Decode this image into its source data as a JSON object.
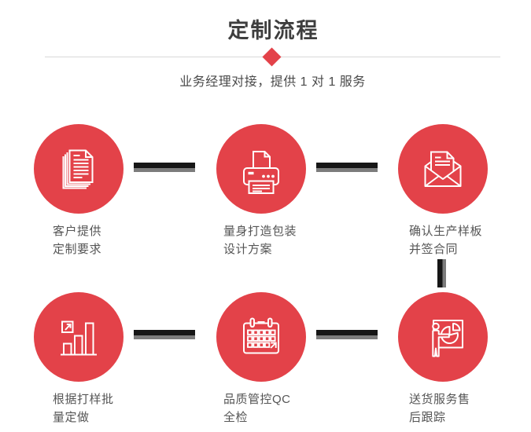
{
  "header": {
    "title": "定制流程",
    "subtitle": "业务经理对接，提供 1 对 1 服务"
  },
  "steps": [
    {
      "icon": "documents-icon",
      "label_line1": "客户提供",
      "label_line2": "定制要求"
    },
    {
      "icon": "printer-icon",
      "label_line1": "量身打造包装",
      "label_line2": "设计方案"
    },
    {
      "icon": "envelope-letter-icon",
      "label_line1": "确认生产样板",
      "label_line2": "并签合同"
    },
    {
      "icon": "growth-chart-icon",
      "label_line1": "根据打样批",
      "label_line2": "量定做"
    },
    {
      "icon": "calendar-icon",
      "label_line1": "品质管控QC",
      "label_line2": "全检"
    },
    {
      "icon": "presentation-icon",
      "label_line1": "送货服务售",
      "label_line2": "后跟踪"
    }
  ],
  "colors": {
    "accent_red": "#e34249",
    "title_text": "#3e3e3e",
    "subtitle_text": "#4a4a4a",
    "label_text": "#555555",
    "divider": "#d8d8d8",
    "connector_dark": "#161616",
    "connector_gray": "#7c7c7c"
  }
}
